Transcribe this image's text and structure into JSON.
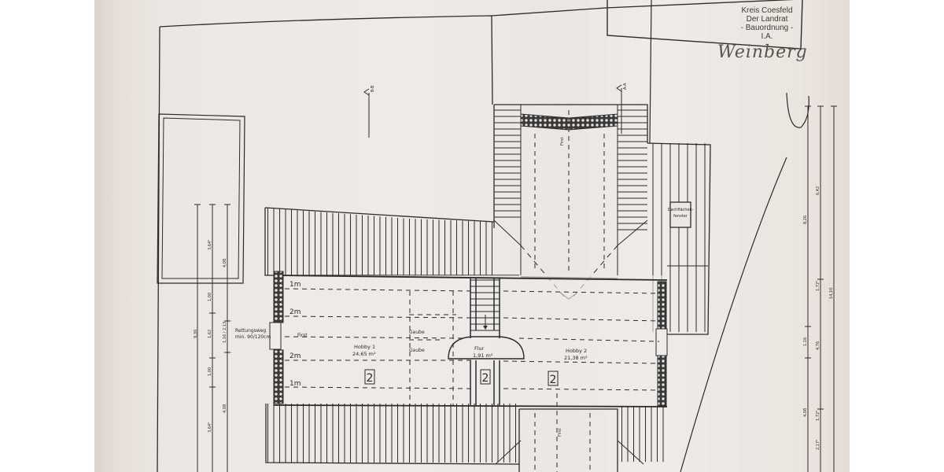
{
  "document": {
    "type": "architectural floor plan (attic / Dachgeschoss)",
    "colors": {
      "paper": "#ece7e3",
      "ink": "#2b2b2b",
      "background": "#ffffff"
    }
  },
  "stamp": {
    "lines": [
      "Kreis Coesfeld",
      "Der Landrat",
      "- Bauordnung -",
      "I.A."
    ],
    "signature": "Weinberg"
  },
  "section_markers": [
    {
      "label": "B-B"
    },
    {
      "label": "A-A"
    }
  ],
  "rooms": [
    {
      "name": "Hobby 1",
      "area": "24,65 m²",
      "tag": "2"
    },
    {
      "name": "Flur",
      "area": "1,91 m²",
      "tag": "2"
    },
    {
      "name": "Hobby 2",
      "area": "21,38 m²",
      "tag": "2"
    }
  ],
  "annotations": {
    "height_lines": [
      "1m",
      "2m",
      "2m",
      "1m"
    ],
    "first_label": "First",
    "gaube_labels": [
      "Gaube",
      "Gaube"
    ],
    "escape_route": [
      "Rettungsweg",
      "min. 90/120cm"
    ],
    "skylight": [
      "Dachflächen-",
      "fenster"
    ],
    "first_vertical": [
      "First",
      "First"
    ]
  },
  "dimensions": {
    "left": {
      "outer": [
        "9,30"
      ],
      "middle": [
        "3,64⁵",
        "1,00",
        "1,62",
        "1,00",
        "3,64⁵"
      ],
      "inner": [
        "4,08",
        "1,16 / 2,13",
        "4,08"
      ]
    },
    "right": {
      "outer": [
        "8,26",
        "1,16",
        "4,08"
      ],
      "middle": [
        "6,42",
        "1,72⁵",
        "4,76",
        "1,72⁵",
        "2,17⁵"
      ],
      "far": [
        "14,10"
      ]
    }
  }
}
